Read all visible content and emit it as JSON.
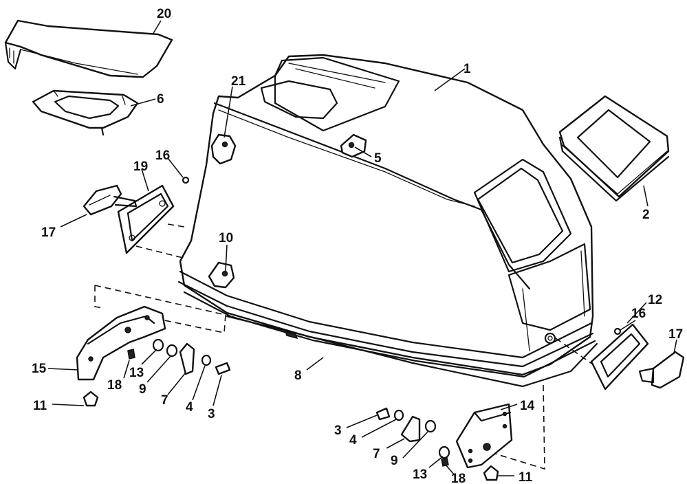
{
  "labels": {
    "l1": "1",
    "l2": "2",
    "l3a": "3",
    "l3b": "3",
    "l4a": "4",
    "l4b": "4",
    "l5": "5",
    "l6": "6",
    "l7a": "7",
    "l7b": "7",
    "l8": "8",
    "l9a": "9",
    "l9b": "9",
    "l10": "10",
    "l11a": "11",
    "l11b": "11",
    "l12": "12",
    "l13a": "13",
    "l13b": "13",
    "l14": "14",
    "l15": "15",
    "l16a": "16",
    "l16b": "16",
    "l17a": "17",
    "l17b": "17",
    "l18a": "18",
    "l18b": "18",
    "l19": "19",
    "l20": "20",
    "l21": "21"
  }
}
